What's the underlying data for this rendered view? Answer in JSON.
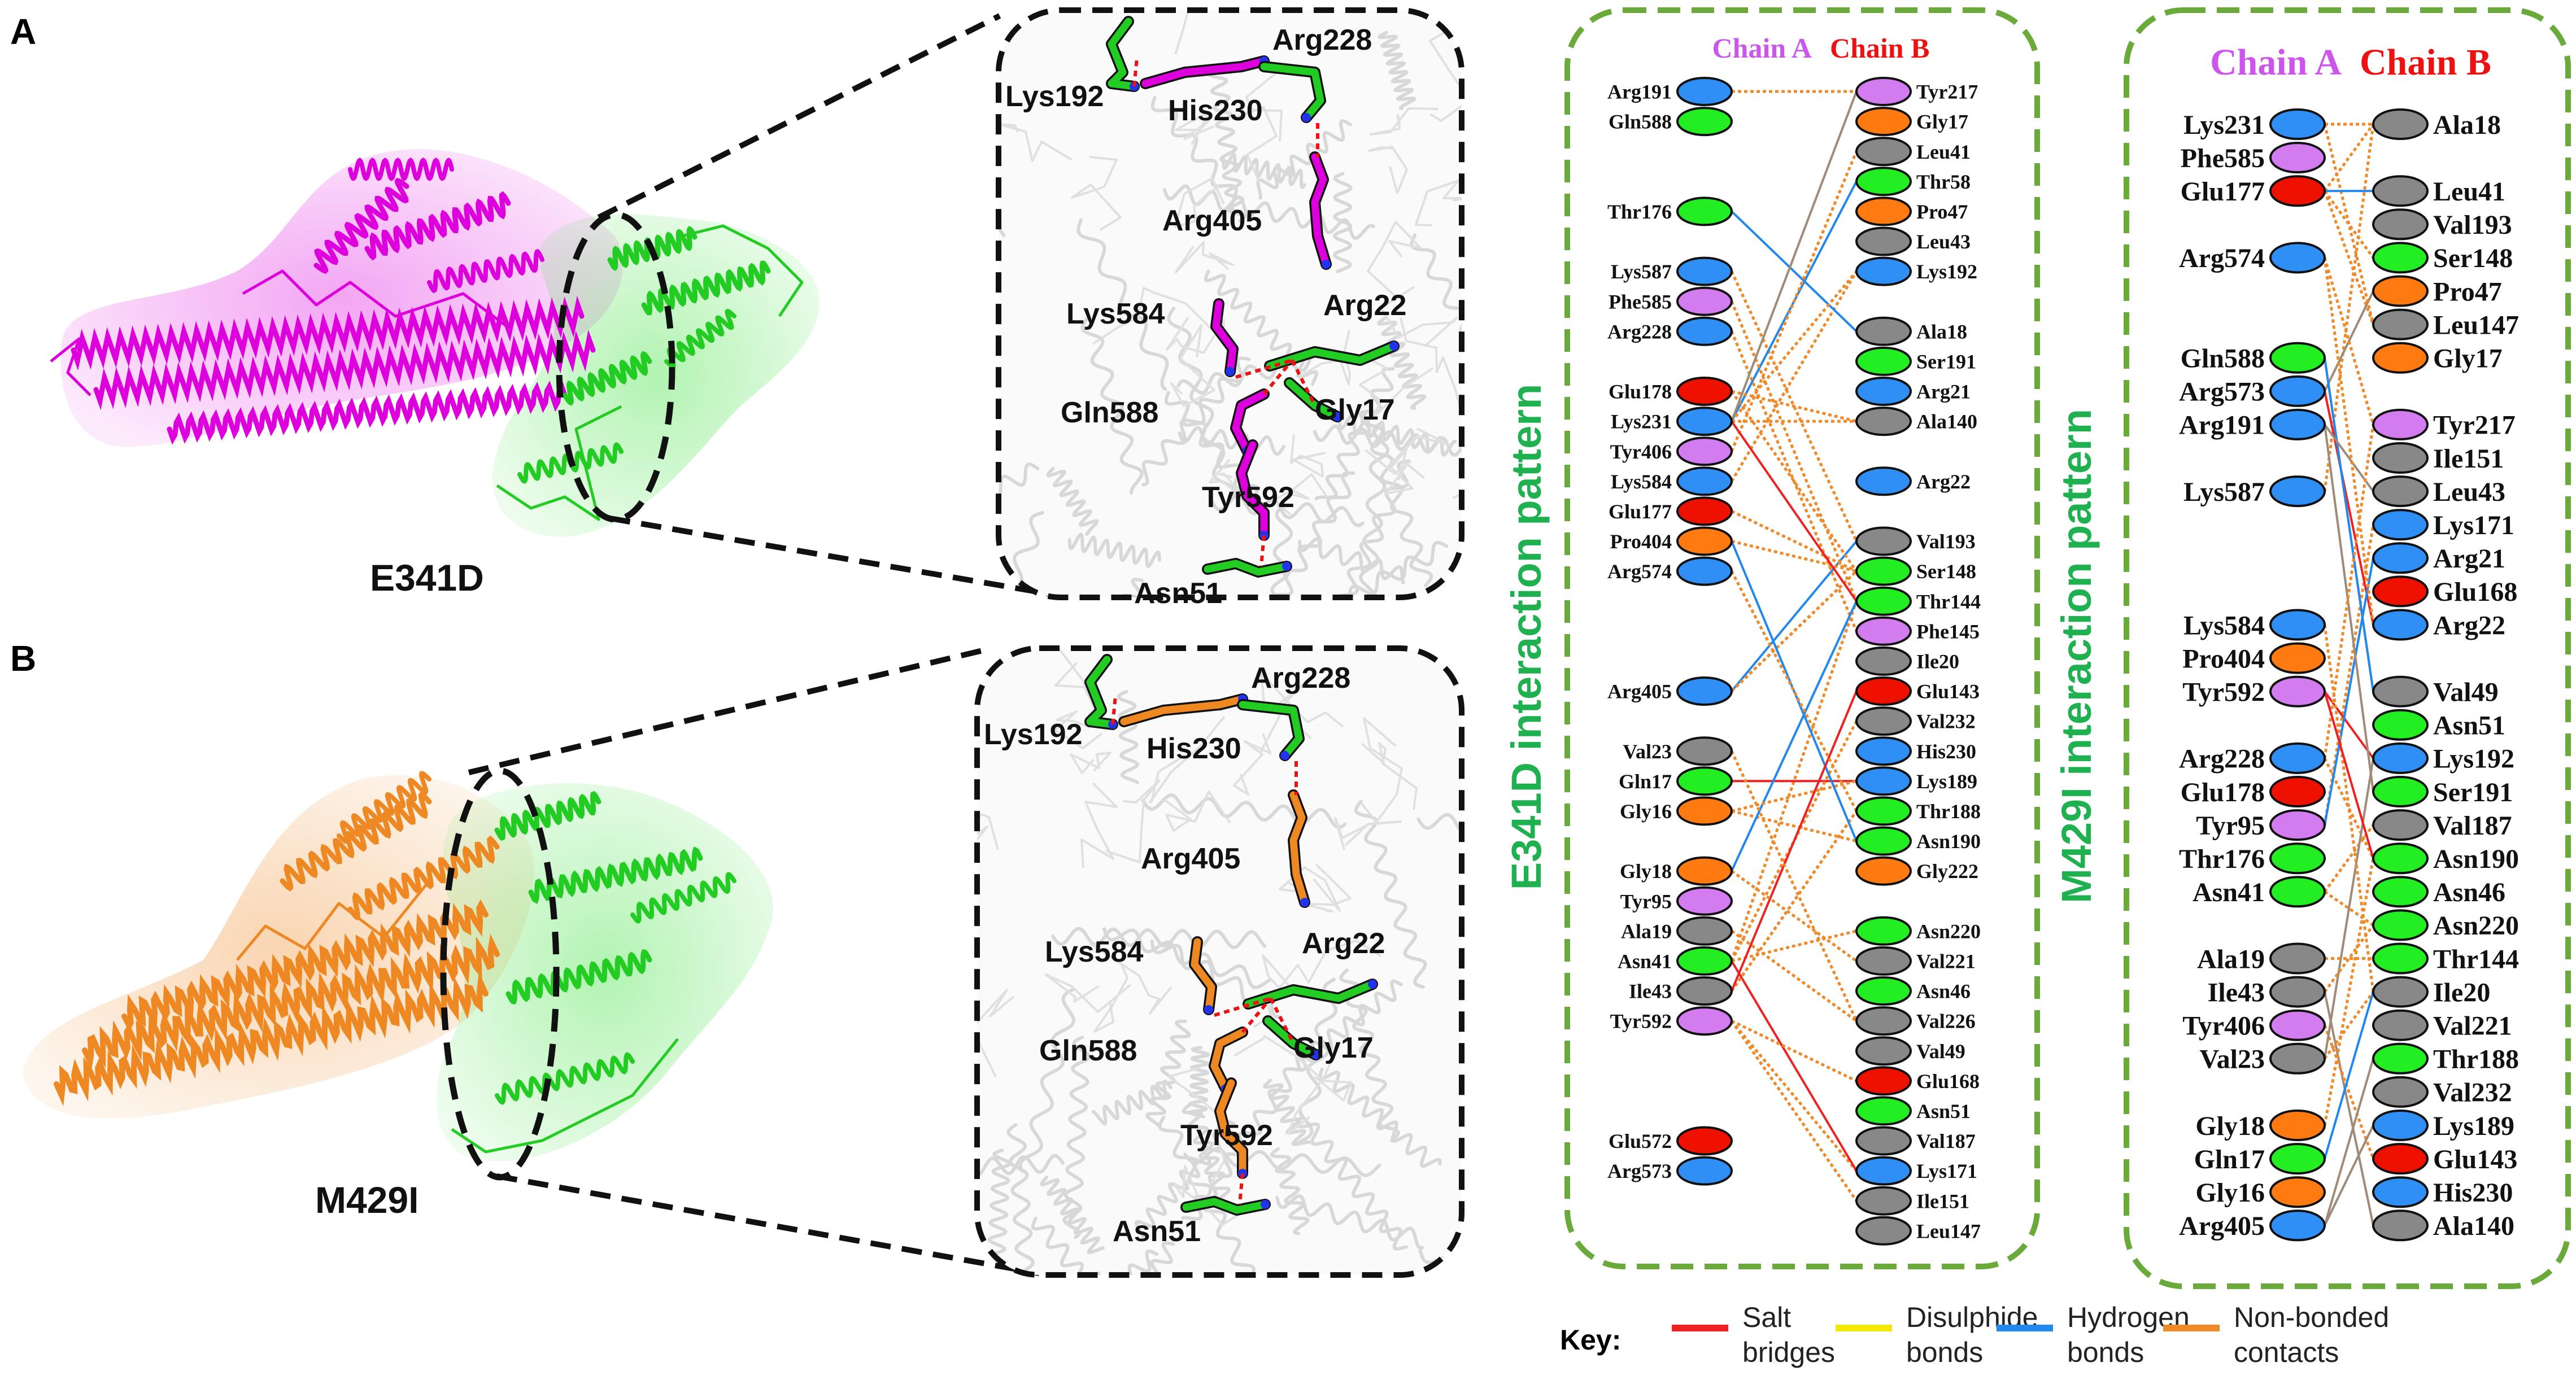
{
  "panels": {
    "a_letter": "A",
    "b_letter": "B",
    "a_mutant": "E341D",
    "b_mutant": "M429I"
  },
  "structure_labels": {
    "a": [
      "Lys192",
      "Arg228",
      "His230",
      "Arg405",
      "Lys584",
      "Arg22",
      "Gln588",
      "Gly17",
      "Tyr592",
      "Asn51"
    ],
    "b": [
      "Lys192",
      "Arg228",
      "His230",
      "Arg405",
      "Lys584",
      "Arg22",
      "Gln588",
      "Gly17",
      "Tyr592",
      "Asn51"
    ]
  },
  "colors": {
    "chain_a_title": "#cc55ee",
    "chain_b_title": "#ee1111",
    "frame": "#6aaa3a",
    "pattern_title": "#1fb050",
    "salt": "#ee2222",
    "disulphide": "#f2e800",
    "hbond": "#2288ee",
    "nonbonded": "#ee8a2a",
    "magenta": "#dd00dd",
    "orange": "#ee8822",
    "green": "#22cc22",
    "node_blue": "#2f8ff5",
    "node_green": "#22ee22",
    "node_orange": "#ff7a10",
    "node_grey": "#888888",
    "node_red": "#ee1100",
    "node_violet": "#d27cf0"
  },
  "interaction_diagrams": [
    {
      "id": "e341d",
      "title": "E341D interaction pattern",
      "chain_a_label": "Chain A",
      "chain_b_label": "Chain B",
      "chain_a": [
        {
          "res": "Arg191",
          "color": "node_blue",
          "slot": 0
        },
        {
          "res": "Gln588",
          "color": "node_green",
          "slot": 1
        },
        {
          "res": "Thr176",
          "color": "node_green",
          "slot": 4
        },
        {
          "res": "Lys587",
          "color": "node_blue",
          "slot": 6
        },
        {
          "res": "Phe585",
          "color": "node_violet",
          "slot": 7
        },
        {
          "res": "Arg228",
          "color": "node_blue",
          "slot": 8
        },
        {
          "res": "Glu178",
          "color": "node_red",
          "slot": 10
        },
        {
          "res": "Lys231",
          "color": "node_blue",
          "slot": 11
        },
        {
          "res": "Tyr406",
          "color": "node_violet",
          "slot": 12
        },
        {
          "res": "Lys584",
          "color": "node_blue",
          "slot": 13
        },
        {
          "res": "Glu177",
          "color": "node_red",
          "slot": 14
        },
        {
          "res": "Pro404",
          "color": "node_orange",
          "slot": 15
        },
        {
          "res": "Arg574",
          "color": "node_blue",
          "slot": 16
        },
        {
          "res": "Arg405",
          "color": "node_blue",
          "slot": 20
        },
        {
          "res": "Val23",
          "color": "node_grey",
          "slot": 22
        },
        {
          "res": "Gln17",
          "color": "node_green",
          "slot": 23
        },
        {
          "res": "Gly16",
          "color": "node_orange",
          "slot": 24
        },
        {
          "res": "Gly18",
          "color": "node_orange",
          "slot": 26
        },
        {
          "res": "Tyr95",
          "color": "node_violet",
          "slot": 27
        },
        {
          "res": "Ala19",
          "color": "node_grey",
          "slot": 28
        },
        {
          "res": "Asn41",
          "color": "node_green",
          "slot": 29
        },
        {
          "res": "Ile43",
          "color": "node_grey",
          "slot": 30
        },
        {
          "res": "Tyr592",
          "color": "node_violet",
          "slot": 31
        },
        {
          "res": "Glu572",
          "color": "node_red",
          "slot": 35
        },
        {
          "res": "Arg573",
          "color": "node_blue",
          "slot": 36
        }
      ],
      "chain_b": [
        {
          "res": "Tyr217",
          "color": "node_violet",
          "slot": 0
        },
        {
          "res": "Gly17",
          "color": "node_orange",
          "slot": 1
        },
        {
          "res": "Leu41",
          "color": "node_grey",
          "slot": 2
        },
        {
          "res": "Thr58",
          "color": "node_green",
          "slot": 3
        },
        {
          "res": "Pro47",
          "color": "node_orange",
          "slot": 4
        },
        {
          "res": "Leu43",
          "color": "node_grey",
          "slot": 5
        },
        {
          "res": "Lys192",
          "color": "node_blue",
          "slot": 6
        },
        {
          "res": "Ala18",
          "color": "node_grey",
          "slot": 8
        },
        {
          "res": "Ser191",
          "color": "node_green",
          "slot": 9
        },
        {
          "res": "Arg21",
          "color": "node_blue",
          "slot": 10
        },
        {
          "res": "Ala140",
          "color": "node_grey",
          "slot": 11
        },
        {
          "res": "Arg22",
          "color": "node_blue",
          "slot": 13
        },
        {
          "res": "Val193",
          "color": "node_grey",
          "slot": 15
        },
        {
          "res": "Ser148",
          "color": "node_green",
          "slot": 16
        },
        {
          "res": "Thr144",
          "color": "node_green",
          "slot": 17
        },
        {
          "res": "Phe145",
          "color": "node_violet",
          "slot": 18
        },
        {
          "res": "Ile20",
          "color": "node_grey",
          "slot": 19
        },
        {
          "res": "Glu143",
          "color": "node_red",
          "slot": 20
        },
        {
          "res": "Val232",
          "color": "node_grey",
          "slot": 21
        },
        {
          "res": "His230",
          "color": "node_blue",
          "slot": 22
        },
        {
          "res": "Lys189",
          "color": "node_blue",
          "slot": 23
        },
        {
          "res": "Thr188",
          "color": "node_green",
          "slot": 24
        },
        {
          "res": "Asn190",
          "color": "node_green",
          "slot": 25
        },
        {
          "res": "Gly222",
          "color": "node_orange",
          "slot": 26
        },
        {
          "res": "Asn220",
          "color": "node_green",
          "slot": 28
        },
        {
          "res": "Val221",
          "color": "node_grey",
          "slot": 29
        },
        {
          "res": "Asn46",
          "color": "node_green",
          "slot": 30
        },
        {
          "res": "Val226",
          "color": "node_grey",
          "slot": 31
        },
        {
          "res": "Val49",
          "color": "node_grey",
          "slot": 32
        },
        {
          "res": "Glu168",
          "color": "node_red",
          "slot": 33
        },
        {
          "res": "Asn51",
          "color": "node_green",
          "slot": 34
        },
        {
          "res": "Val187",
          "color": "node_grey",
          "slot": 35
        },
        {
          "res": "Lys171",
          "color": "node_blue",
          "slot": 36
        },
        {
          "res": "Ile151",
          "color": "node_grey",
          "slot": 37
        },
        {
          "res": "Leu147",
          "color": "node_grey",
          "slot": 38
        }
      ]
    },
    {
      "id": "m429i",
      "title": "M429I interaction pattern",
      "chain_a_label": "Chain A",
      "chain_b_label": "Chain B",
      "chain_a": [
        {
          "res": "Lys231",
          "color": "node_blue",
          "slot": 0
        },
        {
          "res": "Phe585",
          "color": "node_violet",
          "slot": 1
        },
        {
          "res": "Glu177",
          "color": "node_red",
          "slot": 2
        },
        {
          "res": "Arg574",
          "color": "node_blue",
          "slot": 4
        },
        {
          "res": "Gln588",
          "color": "node_green",
          "slot": 7
        },
        {
          "res": "Arg573",
          "color": "node_blue",
          "slot": 8
        },
        {
          "res": "Arg191",
          "color": "node_blue",
          "slot": 9
        },
        {
          "res": "Lys587",
          "color": "node_blue",
          "slot": 11
        },
        {
          "res": "Lys584",
          "color": "node_blue",
          "slot": 15
        },
        {
          "res": "Pro404",
          "color": "node_orange",
          "slot": 16
        },
        {
          "res": "Tyr592",
          "color": "node_violet",
          "slot": 17
        },
        {
          "res": "Arg228",
          "color": "node_blue",
          "slot": 19
        },
        {
          "res": "Glu178",
          "color": "node_red",
          "slot": 20
        },
        {
          "res": "Tyr95",
          "color": "node_violet",
          "slot": 21
        },
        {
          "res": "Thr176",
          "color": "node_green",
          "slot": 22
        },
        {
          "res": "Asn41",
          "color": "node_green",
          "slot": 23
        },
        {
          "res": "Ala19",
          "color": "node_grey",
          "slot": 25
        },
        {
          "res": "Ile43",
          "color": "node_grey",
          "slot": 26
        },
        {
          "res": "Tyr406",
          "color": "node_violet",
          "slot": 27
        },
        {
          "res": "Val23",
          "color": "node_grey",
          "slot": 28
        },
        {
          "res": "Gly18",
          "color": "node_orange",
          "slot": 30
        },
        {
          "res": "Gln17",
          "color": "node_green",
          "slot": 31
        },
        {
          "res": "Gly16",
          "color": "node_orange",
          "slot": 32
        },
        {
          "res": "Arg405",
          "color": "node_blue",
          "slot": 33
        }
      ],
      "chain_b": [
        {
          "res": "Ala18",
          "color": "node_grey",
          "slot": 0
        },
        {
          "res": "Leu41",
          "color": "node_grey",
          "slot": 2
        },
        {
          "res": "Val193",
          "color": "node_grey",
          "slot": 3
        },
        {
          "res": "Ser148",
          "color": "node_green",
          "slot": 4
        },
        {
          "res": "Pro47",
          "color": "node_orange",
          "slot": 5
        },
        {
          "res": "Leu147",
          "color": "node_grey",
          "slot": 6
        },
        {
          "res": "Gly17",
          "color": "node_orange",
          "slot": 7
        },
        {
          "res": "Tyr217",
          "color": "node_violet",
          "slot": 9
        },
        {
          "res": "Ile151",
          "color": "node_grey",
          "slot": 10
        },
        {
          "res": "Leu43",
          "color": "node_grey",
          "slot": 11
        },
        {
          "res": "Lys171",
          "color": "node_blue",
          "slot": 12
        },
        {
          "res": "Arg21",
          "color": "node_blue",
          "slot": 13
        },
        {
          "res": "Glu168",
          "color": "node_red",
          "slot": 14
        },
        {
          "res": "Arg22",
          "color": "node_blue",
          "slot": 15
        },
        {
          "res": "Val49",
          "color": "node_grey",
          "slot": 17
        },
        {
          "res": "Asn51",
          "color": "node_green",
          "slot": 18
        },
        {
          "res": "Lys192",
          "color": "node_blue",
          "slot": 19
        },
        {
          "res": "Ser191",
          "color": "node_green",
          "slot": 20
        },
        {
          "res": "Val187",
          "color": "node_grey",
          "slot": 21
        },
        {
          "res": "Asn190",
          "color": "node_green",
          "slot": 22
        },
        {
          "res": "Asn46",
          "color": "node_green",
          "slot": 23
        },
        {
          "res": "Asn220",
          "color": "node_green",
          "slot": 24
        },
        {
          "res": "Thr144",
          "color": "node_green",
          "slot": 25
        },
        {
          "res": "Ile20",
          "color": "node_grey",
          "slot": 26
        },
        {
          "res": "Val221",
          "color": "node_grey",
          "slot": 27
        },
        {
          "res": "Thr188",
          "color": "node_green",
          "slot": 28
        },
        {
          "res": "Val232",
          "color": "node_grey",
          "slot": 29
        },
        {
          "res": "Lys189",
          "color": "node_blue",
          "slot": 30
        },
        {
          "res": "Glu143",
          "color": "node_red",
          "slot": 31
        },
        {
          "res": "His230",
          "color": "node_blue",
          "slot": 32
        },
        {
          "res": "Ala140",
          "color": "node_grey",
          "slot": 33
        }
      ]
    }
  ],
  "key": {
    "label": "Key:",
    "items": [
      {
        "line1": "Salt",
        "line2": "bridges",
        "color": "salt"
      },
      {
        "line1": "Disulphide",
        "line2": "bonds",
        "color": "disulphide"
      },
      {
        "line1": "Hydrogen",
        "line2": "bonds",
        "color": "hbond"
      },
      {
        "line1": "Non-bonded",
        "line2": "contacts",
        "color": "nonbonded"
      }
    ]
  }
}
